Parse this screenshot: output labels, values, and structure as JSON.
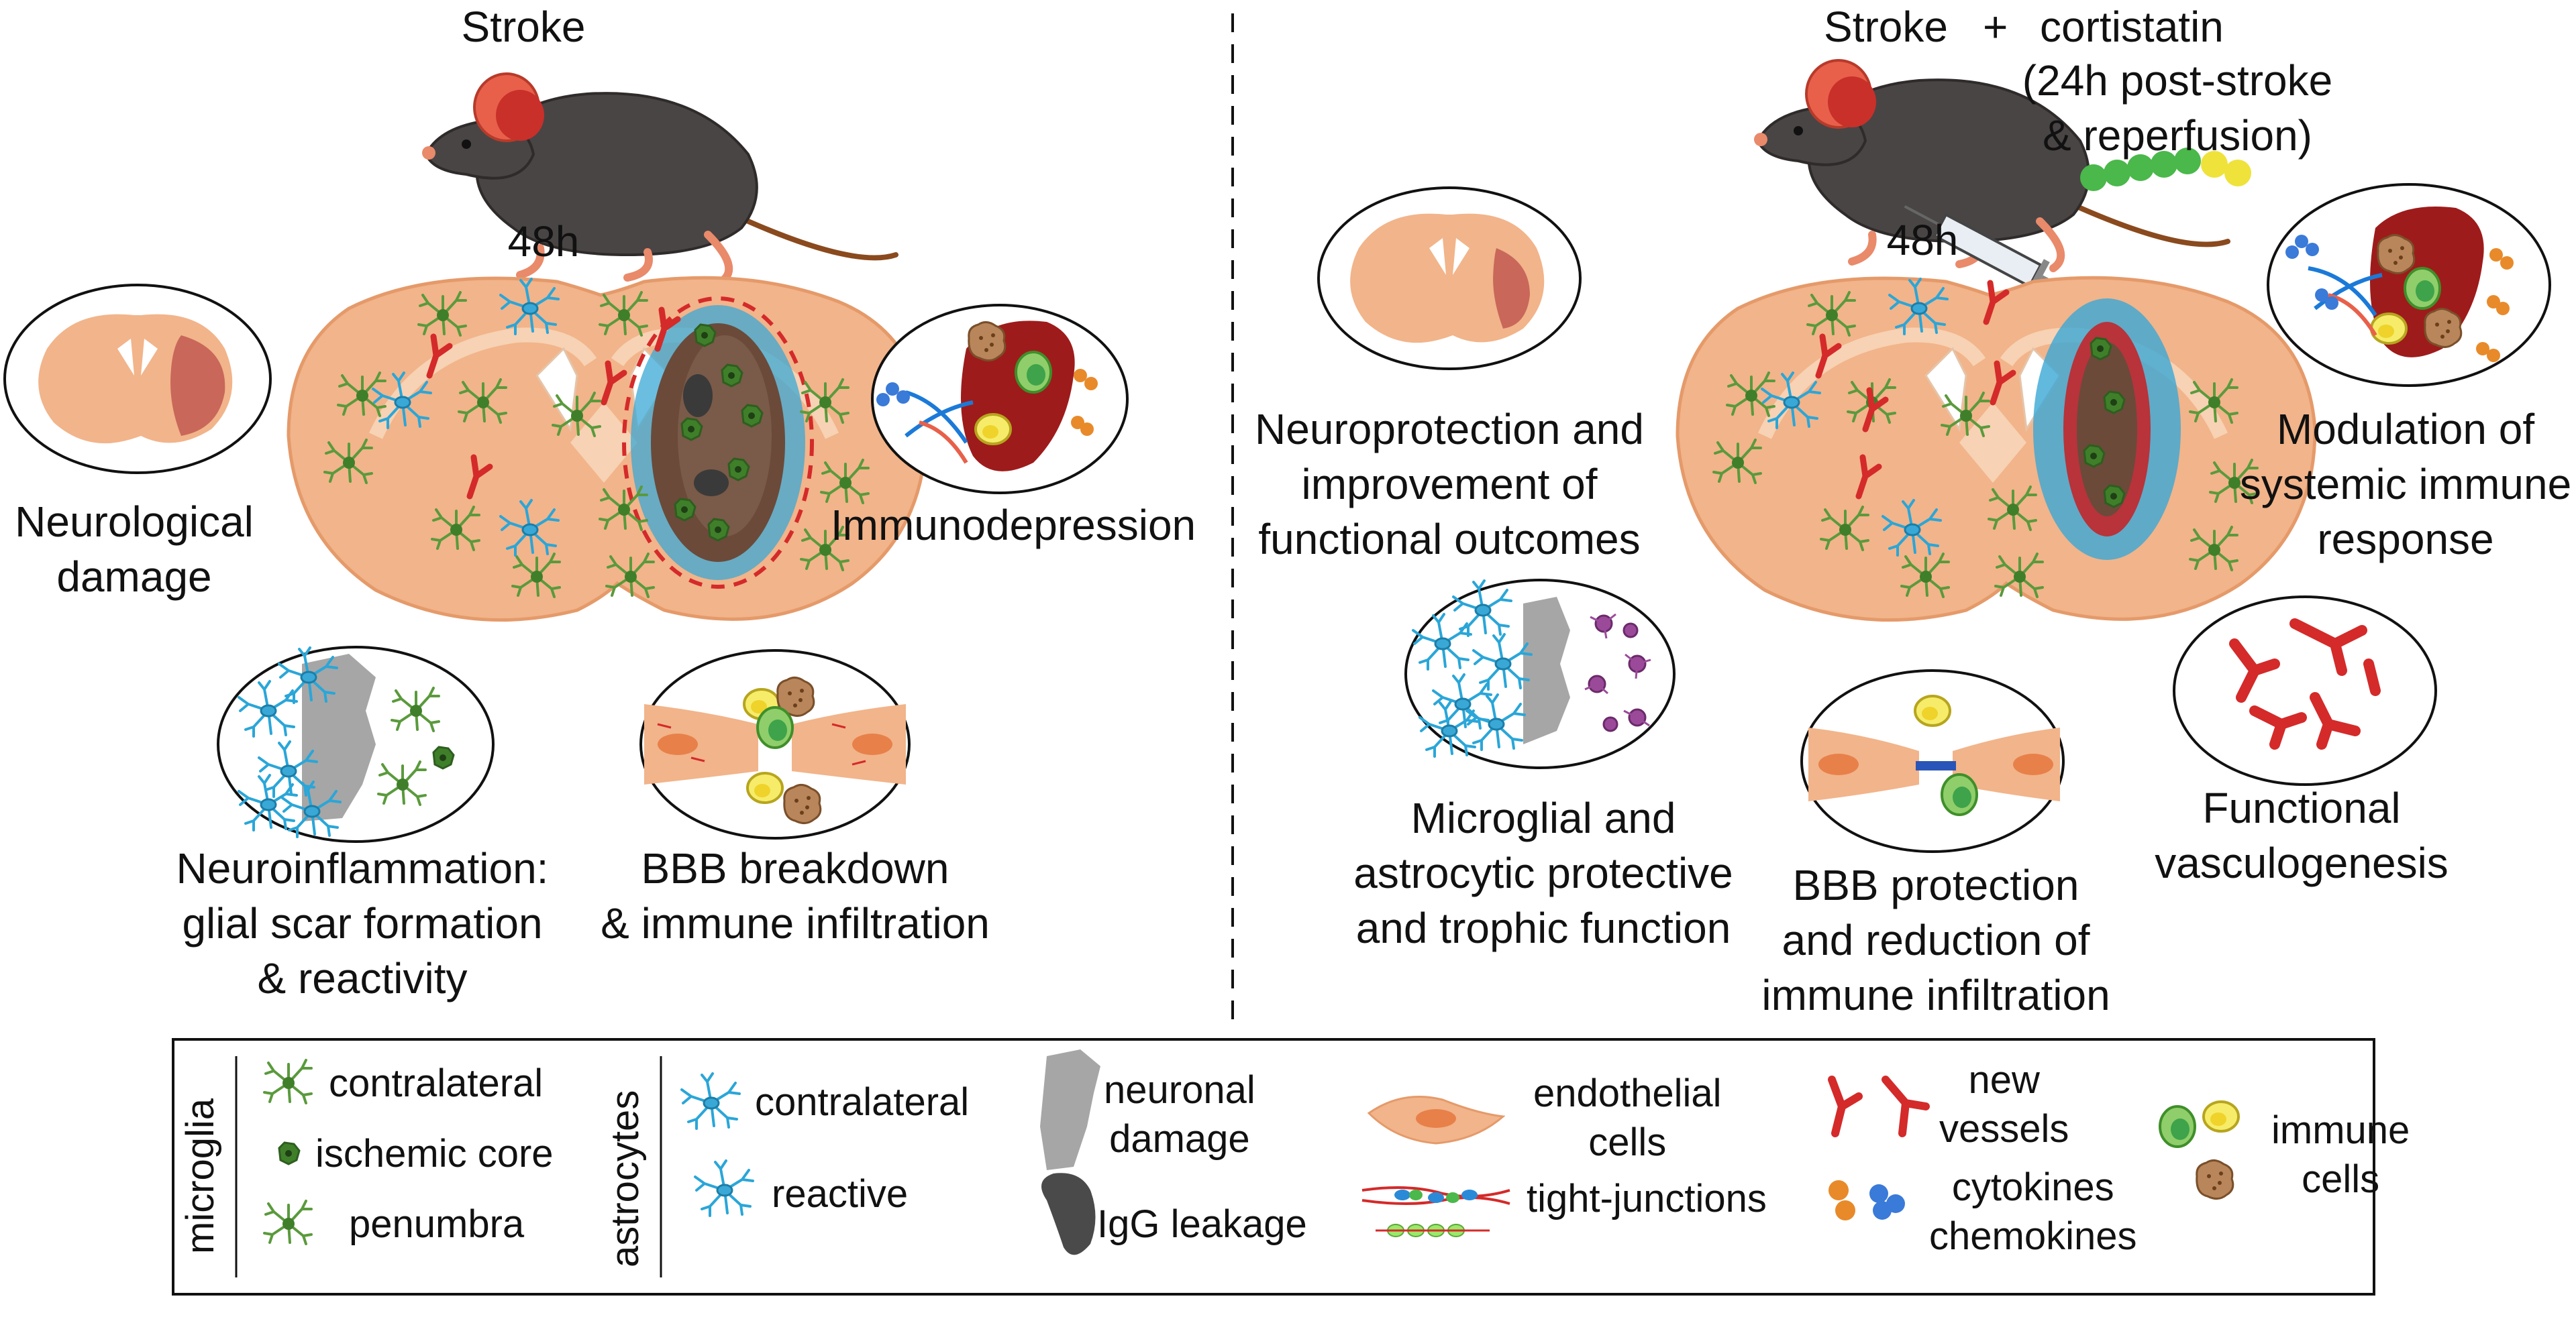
{
  "left": {
    "title": "Stroke",
    "time": "48h",
    "labels": {
      "neurological_damage": [
        "Neurological",
        "damage"
      ],
      "immunodepression": [
        "Immunodepression"
      ],
      "neuroinflammation": [
        "Neuroinflammation:",
        "glial scar formation",
        "& reactivity"
      ],
      "bbb_breakdown": [
        "BBB breakdown",
        "& immune infiltration"
      ]
    }
  },
  "right": {
    "title_stroke": "Stroke",
    "title_plus": "+",
    "title_drug": "cortistatin",
    "title_detail": [
      "(24h post-stroke",
      "& reperfusion)"
    ],
    "time": "48h",
    "labels": {
      "neuroprotection": [
        "Neuroprotection and",
        "improvement of",
        "functional outcomes"
      ],
      "modulation": [
        "Modulation of",
        "systemic immune",
        "response"
      ],
      "microglial": [
        "Microglial and",
        "astrocytic protective",
        "and trophic function"
      ],
      "bbb_protection": [
        "BBB protection",
        "and reduction of",
        "immune infiltration"
      ],
      "vasculogenesis": [
        "Functional",
        "vasculogenesis"
      ]
    }
  },
  "legend": {
    "microglia_group": "microglia",
    "microglia_items": [
      "contralateral",
      "ischemic core",
      "penumbra"
    ],
    "astrocytes_group": "astrocytes",
    "astrocyte_items": [
      "contralateral",
      "reactive"
    ],
    "neuronal_damage": [
      "neuronal",
      "damage"
    ],
    "igg_leakage": "IgG leakage",
    "endothelial": [
      "endothelial",
      "cells"
    ],
    "tight_junctions": "tight-junctions",
    "new_vessels": [
      "new",
      "vessels"
    ],
    "cytokines": [
      "cytokines",
      "chemokines"
    ],
    "immune_cells": [
      "immune",
      "cells"
    ]
  },
  "colors": {
    "brain": "#f2b48a",
    "brain_light": "#f7d2b4",
    "microglia": "#5a9a3c",
    "astrocyte": "#2aa6d8",
    "vessel": "#d42a2a",
    "spleen": "#9e1b1b",
    "mouse": "#4a4545",
    "ear": "#e8604a",
    "neuron_damage": "#a6a6a6",
    "igg": "#4a4a4a"
  }
}
